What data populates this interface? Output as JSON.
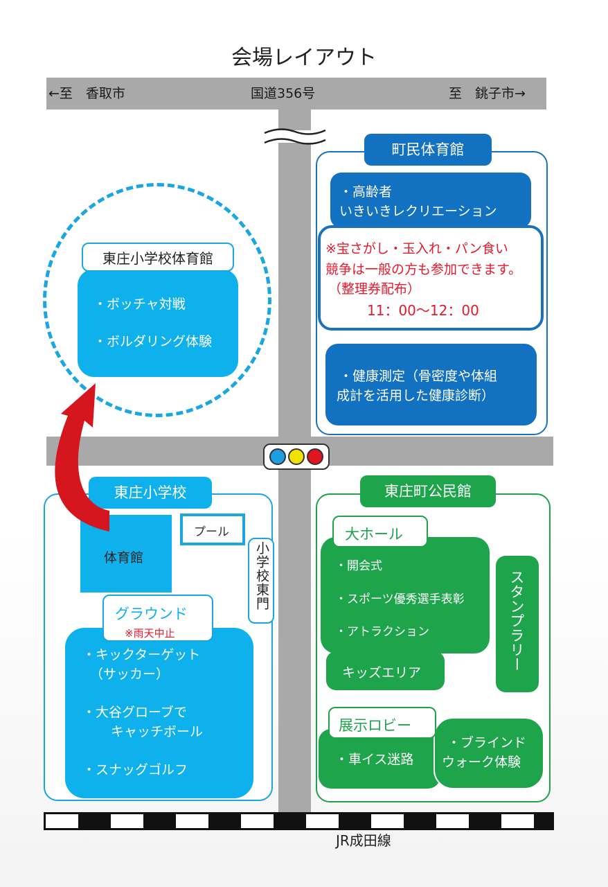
{
  "title": "会場レイアウト",
  "roads": {
    "left_label": "←至　香取市",
    "center_label": "国道356号",
    "right_label": "至　銚子市→"
  },
  "railway": {
    "label": "JR成田線"
  },
  "school_gym": {
    "title": "東庄小学校体育館",
    "items": [
      "・ボッチャ対戦",
      "・ボルダリング体験"
    ]
  },
  "town_gym": {
    "title": "町民体育館",
    "senior_item_line1": "・高齢者",
    "senior_item_line2": "いきいきレクリエーション",
    "notice_line1": "※宝さがし・玉入れ・パン食い",
    "notice_line2": "競争は一般の方も参加できます。",
    "notice_line3": "（整理券配布）",
    "notice_time": "11：00～12：00",
    "health_line1": "・健康測定（骨密度や体組",
    "health_line2": "成計を活用した健康診断）"
  },
  "school": {
    "title": "東庄小学校",
    "gym": "体育館",
    "pool": "プール",
    "east_gate": "小学校東門",
    "ground_title": "グラウンド",
    "rain_note": "※雨天中止",
    "ground_items": {
      "kick_line1": "・キックターゲット",
      "kick_line2": "（サッカー）",
      "otani_line1": "・大谷グローブで",
      "otani_line2": "キャッチボール",
      "golf": "・スナッグゴルフ"
    }
  },
  "community": {
    "title": "東庄町公民館",
    "hall_title": "大ホール",
    "hall_items": [
      "・開会式",
      "・スポーツ優秀選手表彰",
      "・アトラクション"
    ],
    "kids": "キッズエリア",
    "stamp": "スタンプラリー",
    "lobby_title": "展示ロビー",
    "lobby_item": "・車イス迷路",
    "blind_line1": "・ブラインド",
    "blind_line2": "ウォーク体験"
  },
  "colors": {
    "light_blue": "#0fb1ec",
    "green": "#1ea54c",
    "navy": "#1271c0",
    "road": "#a9a9a9",
    "notice_red": "#e8192c",
    "arrow_red": "#d6161e",
    "signal": [
      "#1e9de0",
      "#f2e200",
      "#e0151f"
    ]
  }
}
